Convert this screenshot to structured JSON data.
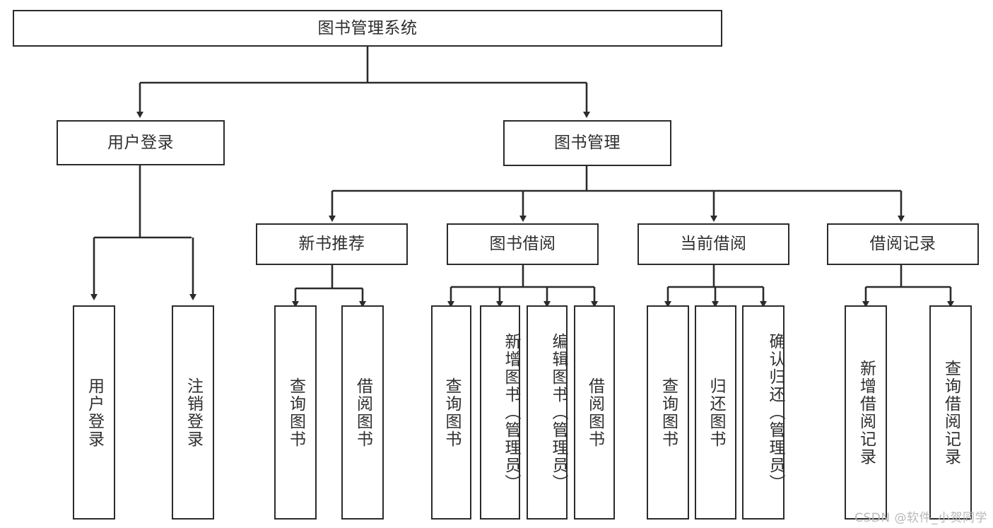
{
  "diagram": {
    "title": "图书管理系统",
    "type": "tree-hierarchy",
    "root": {
      "label": "图书管理系统"
    },
    "level2": [
      {
        "label": "用户登录"
      },
      {
        "label": "图书管理"
      }
    ],
    "level3": [
      {
        "label": "新书推荐"
      },
      {
        "label": "图书借阅"
      },
      {
        "label": "当前借阅"
      },
      {
        "label": "借阅记录"
      }
    ],
    "leaves": {
      "user_login": [
        {
          "label": "用户登录"
        },
        {
          "label": "注销登录"
        }
      ],
      "new_book_recommend": [
        {
          "label": "查询图书"
        },
        {
          "label": "借阅图书"
        }
      ],
      "book_borrow": [
        {
          "label": "查询图书"
        },
        {
          "label": "新增图书（管理员）"
        },
        {
          "label": "编辑图书（管理员）"
        },
        {
          "label": "借阅图书"
        }
      ],
      "current_borrow": [
        {
          "label": "查询图书"
        },
        {
          "label": "归还图书"
        },
        {
          "label": "确认归还（管理员）"
        }
      ],
      "borrow_record": [
        {
          "label": "新增借阅记录"
        },
        {
          "label": "查询借阅记录"
        }
      ]
    }
  },
  "watermark": {
    "text": "CSDN @软件_小贺同学"
  },
  "colors": {
    "stroke": "#2b2b2b",
    "text": "#2f2f2f",
    "background": "#ffffff",
    "watermark": "#b8b8b8"
  }
}
